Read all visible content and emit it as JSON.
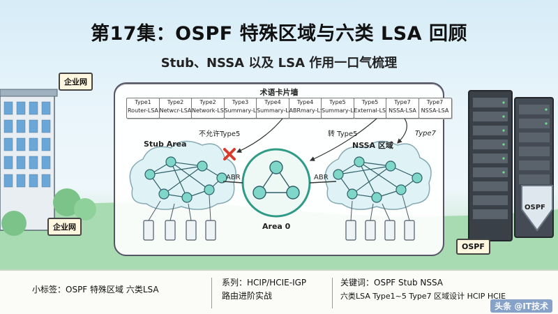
{
  "title": "第17集：OSPF 特殊区域与六类 LSA 回顾",
  "subtitle": "Stub、NSSA 以及 LSA 作用一口气梳理",
  "signs": {
    "top_left": "企业网",
    "bottom_left": "企业网",
    "bottom_right": "OSPF"
  },
  "shield_label": "OSPF",
  "wall_title": "术语卡片墙",
  "cards": [
    {
      "type": "Type1",
      "name": "Router-LSA"
    },
    {
      "type": "Type2",
      "name": "Netwcr-LSA"
    },
    {
      "type": "Type2",
      "name": "Network-LSA"
    },
    {
      "type": "Type3",
      "name": "Summary-LSA"
    },
    {
      "type": "Type4",
      "name": "Summary-LSA"
    },
    {
      "type": "Type4",
      "name": "ABRmary-LSA"
    },
    {
      "type": "Type5",
      "name": "Summary-LSA"
    },
    {
      "type": "Type5",
      "name": "External-LSA"
    },
    {
      "type": "Type7",
      "name": "NSSA-LSA"
    },
    {
      "type": "Type7",
      "name": "NSSA-LSA"
    }
  ],
  "labels": {
    "not_allowed": "不允许Type5",
    "convert": "转 Type5",
    "type7": "Type7",
    "stub_area": "Stub Area",
    "nssa_area": "NSSA 区域",
    "abr_left": "ABR",
    "abr_right": "ABR",
    "area0": "Area 0"
  },
  "bottom": {
    "tag": "小标签：OSPF 特殊区域 六类LSA",
    "series_line1": "系列：HCIP/HCIE-IGP",
    "series_line2": "路由进阶实战",
    "keywords_line1": "关键词：OSPF Stub NSSA",
    "keywords_line2": "六类LSA Type1~5 Type7 区域设计 HCIP HCIE"
  },
  "watermark": "头条 @IT技术",
  "colors": {
    "cloud": "#dff3f6",
    "node": "#7fd7c9",
    "ring": "#2f9a86",
    "block_x": "#d93b2b",
    "accent": "#f0c98a"
  }
}
